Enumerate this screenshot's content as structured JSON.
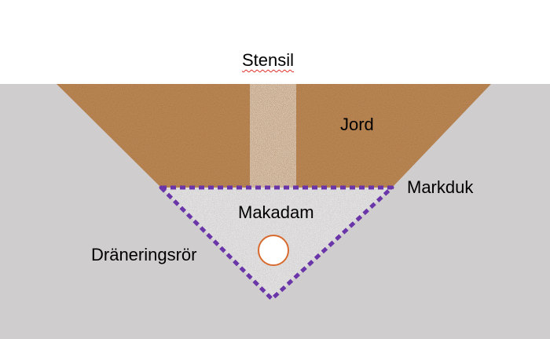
{
  "labels": {
    "surface": "Stensil",
    "soil": "Jord",
    "fabric": "Markduk",
    "gravel": "Makadam",
    "pipe": "Dräneringsrör"
  },
  "colors": {
    "background": "#ffffff",
    "ground": "#d0cdce",
    "soil": "#c08a55",
    "gravel": "#c9c9c9",
    "fabric_outline": "#6a35a8",
    "pipe_outline": "#d86a2e",
    "pipe_fill": "#ffffff"
  }
}
